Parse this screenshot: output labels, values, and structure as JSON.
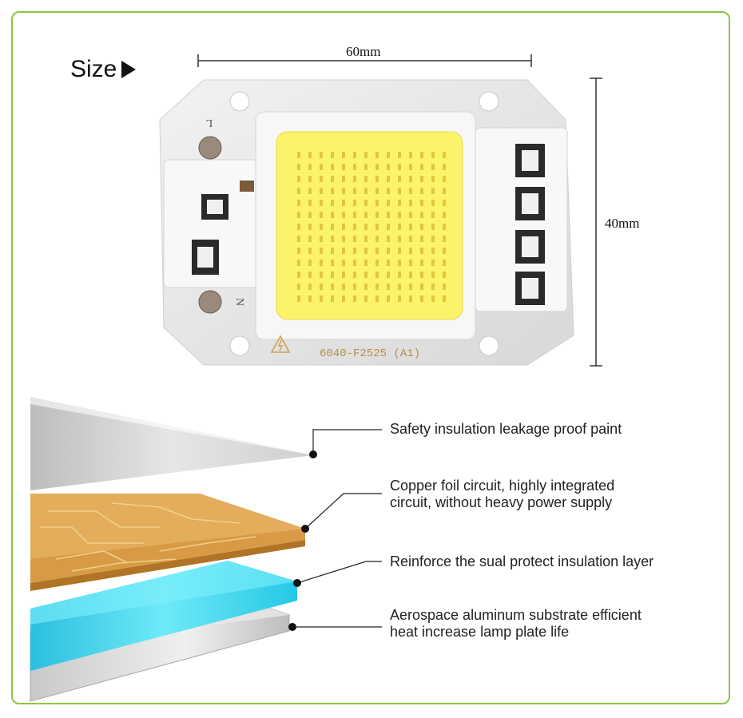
{
  "size_label": "Size",
  "dimensions": {
    "width": "60mm",
    "height": "40mm"
  },
  "chip": {
    "marking": "6040-F2525 (A1)",
    "pin_l": "L",
    "pin_n": "N"
  },
  "layers": [
    {
      "label_lines": [
        "Safety insulation leakage proof paint"
      ]
    },
    {
      "label_lines": [
        "Copper foil circuit, highly integrated",
        "circuit, without heavy power supply"
      ]
    },
    {
      "label_lines": [
        "Reinforce the sual protect insulation layer"
      ]
    },
    {
      "label_lines": [
        "Aerospace aluminum substrate efficient",
        "heat increase lamp plate life"
      ]
    }
  ],
  "colors": {
    "border": "#8cc63f",
    "led": "#fbf36a",
    "copper": "#d89a45",
    "blue": "#33d6ee",
    "aluminum": "#d7d7d7"
  }
}
